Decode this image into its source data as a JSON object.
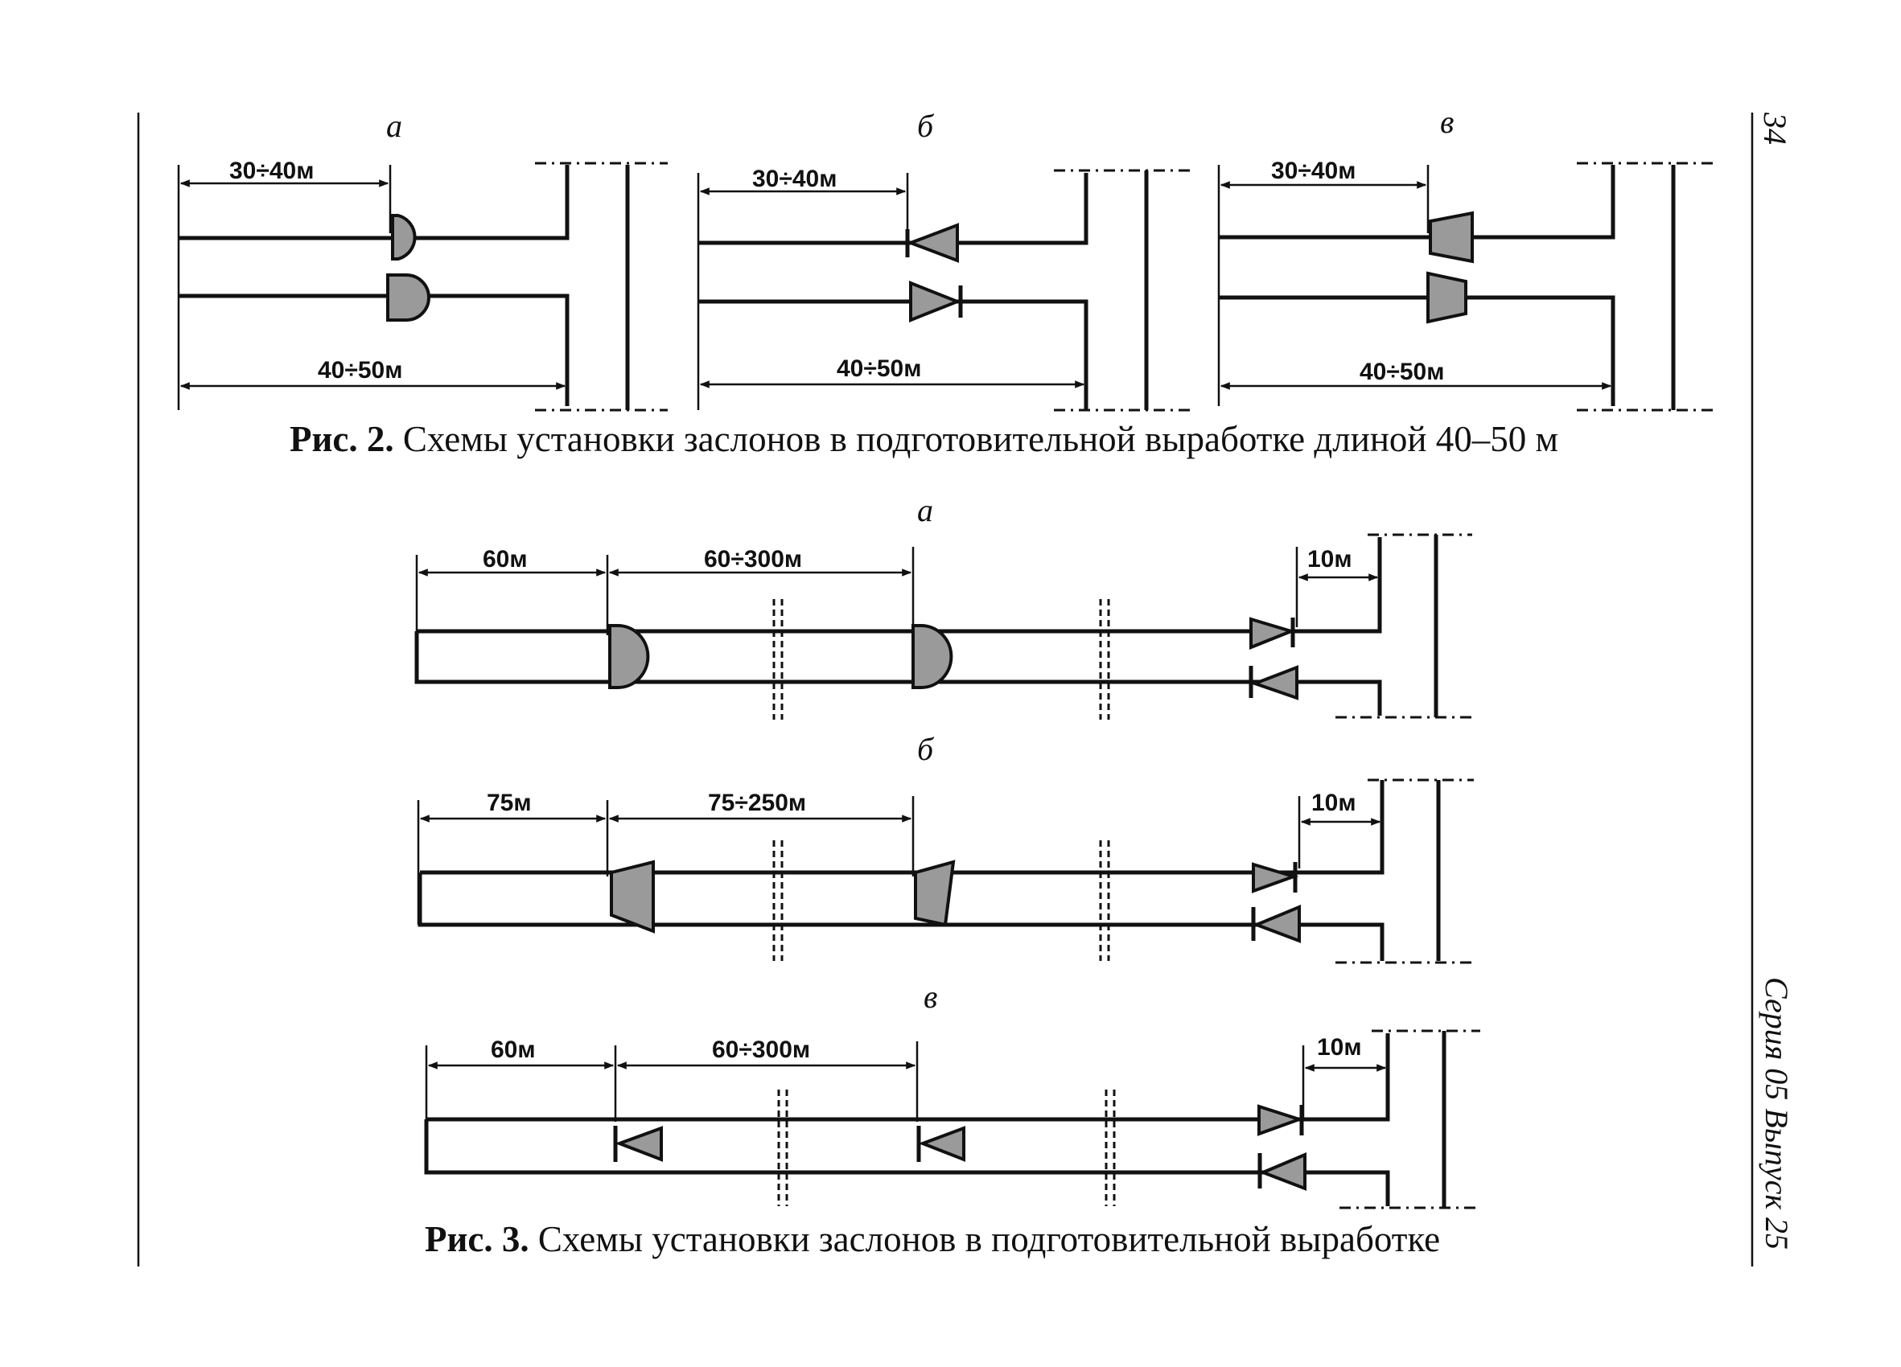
{
  "page": {
    "number": "34",
    "series_label": "Серия 05 Выпуск 25"
  },
  "figure2": {
    "caption_num": "Рис. 2.",
    "caption_text": "Схемы установки заслонов в подготовительной выработке длиной 40–50 м",
    "panels": [
      {
        "letter": "а",
        "dim_top": "30÷40м",
        "dim_bottom": "40÷50м",
        "damper": "semicircle"
      },
      {
        "letter": "б",
        "dim_top": "30÷40м",
        "dim_bottom": "40÷50м",
        "damper": "triangle"
      },
      {
        "letter": "в",
        "dim_top": "30÷40м",
        "dim_bottom": "40÷50м",
        "damper": "trapezoid"
      }
    ]
  },
  "figure3": {
    "caption_num": "Рис. 3.",
    "caption_text": "Схемы установки заслонов в подготовительной выработке",
    "panels": [
      {
        "letter": "а",
        "dim_first": "60м",
        "dim_second": "60÷300м",
        "dim_end": "10м",
        "damper": "semicircle"
      },
      {
        "letter": "б",
        "dim_first": "75м",
        "dim_second": "75÷250м",
        "dim_end": "10м",
        "damper": "trapezoid"
      },
      {
        "letter": "в",
        "dim_first": "60м",
        "dim_second": "60÷300м",
        "dim_end": "10м",
        "damper": "triangle"
      }
    ]
  }
}
